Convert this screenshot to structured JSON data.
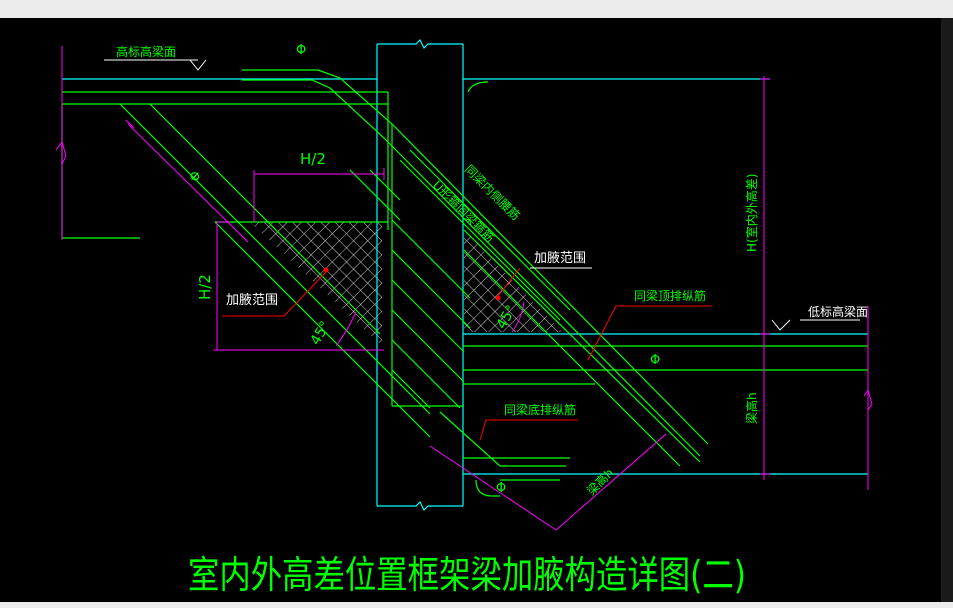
{
  "drawing": {
    "title": "室内外高差位置框架梁加腋构造详图(二)",
    "labels": {
      "high_beam_top": "高标高梁面",
      "low_beam_top": "低标高梁面",
      "phi_top": "Φ",
      "phi_diag": "Φ",
      "phi_right": "Φ",
      "phi_bottom": "Φ",
      "h_half_horizontal": "H/2",
      "h_half_vertical": "H/2",
      "haunch_range_left": "加腋范围",
      "haunch_range_right": "加腋范围",
      "angle_left": "45°",
      "angle_right": "45°",
      "same_beam_waist": "同梁内侧腰筋",
      "u_stirrup": "U形箍同梁箍筋",
      "same_beam_top": "同梁顶排纵筋",
      "same_beam_bottom": "同梁底排纵筋",
      "h_height_diff": "H(室内外高差)",
      "beam_height": "梁高h",
      "beam_height_diag": "梁高h"
    },
    "colors": {
      "background": "#000000",
      "green": "#00ff00",
      "cyan": "#00ffff",
      "magenta": "#ff00ff",
      "white": "#ffffff",
      "red": "#ff0000"
    }
  }
}
